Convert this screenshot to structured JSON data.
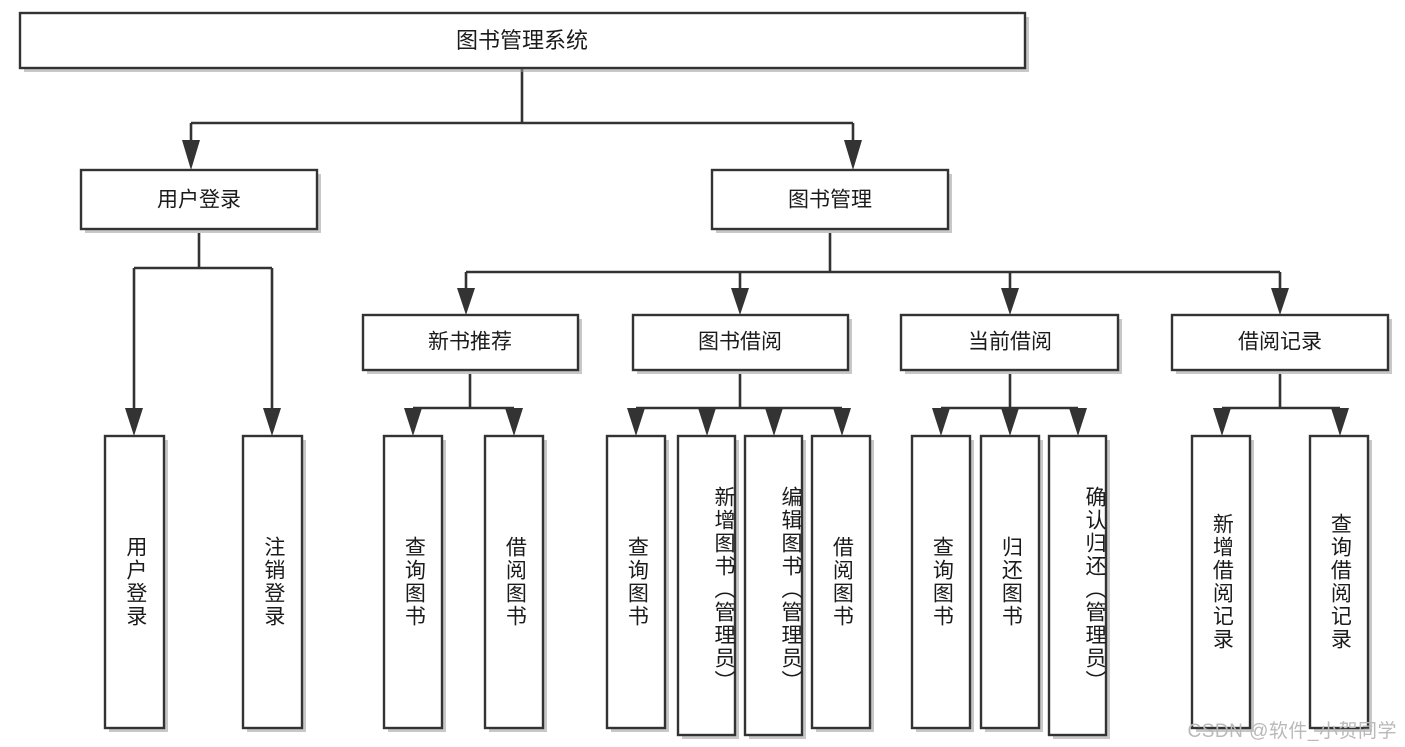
{
  "diagram": {
    "type": "tree",
    "title": "图书管理系统",
    "watermark": "CSDN @软件_小贺同学",
    "colors": {
      "box_fill": "#ffffff",
      "box_stroke": "#333333",
      "text": "#1b1b1b",
      "watermark": "#b9b9b9",
      "background": "#ffffff"
    },
    "levels": {
      "root": {
        "label": "图书管理系统"
      },
      "level2": [
        {
          "id": "user-login",
          "label": "用户登录"
        },
        {
          "id": "book-management",
          "label": "图书管理"
        }
      ],
      "level3": [
        {
          "id": "new-book-recommend",
          "label": "新书推荐",
          "parent": "book-management"
        },
        {
          "id": "book-borrow",
          "label": "图书借阅",
          "parent": "book-management"
        },
        {
          "id": "current-borrow",
          "label": "当前借阅",
          "parent": "book-management"
        },
        {
          "id": "borrow-record",
          "label": "借阅记录",
          "parent": "book-management"
        }
      ],
      "leaves": [
        {
          "id": "leaf-user-login",
          "label": "用户登录",
          "parent": "user-login"
        },
        {
          "id": "leaf-logout-login",
          "label": "注销登录",
          "parent": "user-login"
        },
        {
          "id": "leaf-query-book-1",
          "label": "查询图书",
          "parent": "new-book-recommend"
        },
        {
          "id": "leaf-borrow-book-1",
          "label": "借阅图书",
          "parent": "new-book-recommend"
        },
        {
          "id": "leaf-query-book-2",
          "label": "查询图书",
          "parent": "book-borrow"
        },
        {
          "id": "leaf-add-book",
          "label": "新增图书（管理员）",
          "parent": "book-borrow"
        },
        {
          "id": "leaf-edit-book",
          "label": "编辑图书（管理员）",
          "parent": "book-borrow"
        },
        {
          "id": "leaf-borrow-book-2",
          "label": "借阅图书",
          "parent": "book-borrow"
        },
        {
          "id": "leaf-query-book-3",
          "label": "查询图书",
          "parent": "current-borrow"
        },
        {
          "id": "leaf-return-book",
          "label": "归还图书",
          "parent": "current-borrow"
        },
        {
          "id": "leaf-confirm-return",
          "label": "确认归还（管理员）",
          "parent": "current-borrow"
        },
        {
          "id": "leaf-add-record",
          "label": "新增借阅记录",
          "parent": "borrow-record"
        },
        {
          "id": "leaf-query-record",
          "label": "查询借阅记录",
          "parent": "borrow-record"
        }
      ]
    }
  }
}
